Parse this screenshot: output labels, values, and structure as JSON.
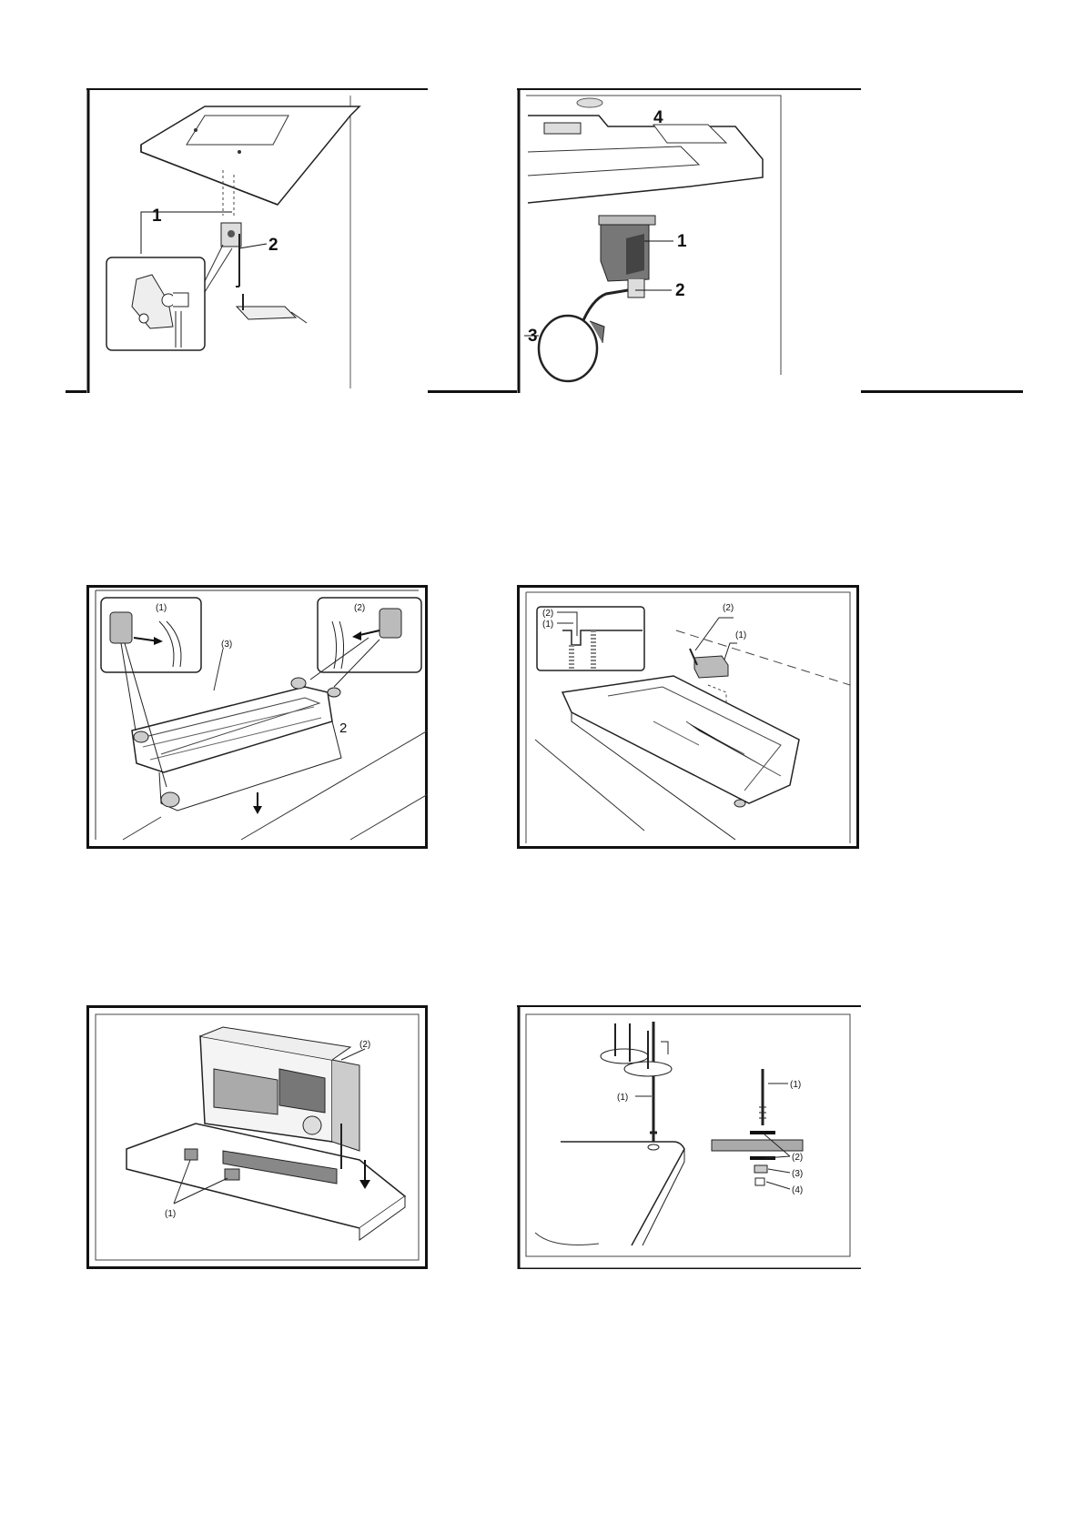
{
  "fig1": {
    "label1": "1",
    "label2": "2"
  },
  "fig2": {
    "label1": "1",
    "label2": "2",
    "label3": "3",
    "label4": "4"
  },
  "fig3": {
    "label1": "(1)",
    "label2": "(2)",
    "label3": "(3)",
    "label4": "2"
  },
  "fig4": {
    "label1": "(1)",
    "label2": "(2)",
    "inset_label1": "(1)",
    "inset_label2": "(2)"
  },
  "fig5": {
    "label1": "(1)",
    "label2": "(2)"
  },
  "fig6": {
    "label1": "(1)",
    "label1b": "(1)",
    "label2": "(2)",
    "label3": "(3)",
    "label4": "(4)"
  }
}
